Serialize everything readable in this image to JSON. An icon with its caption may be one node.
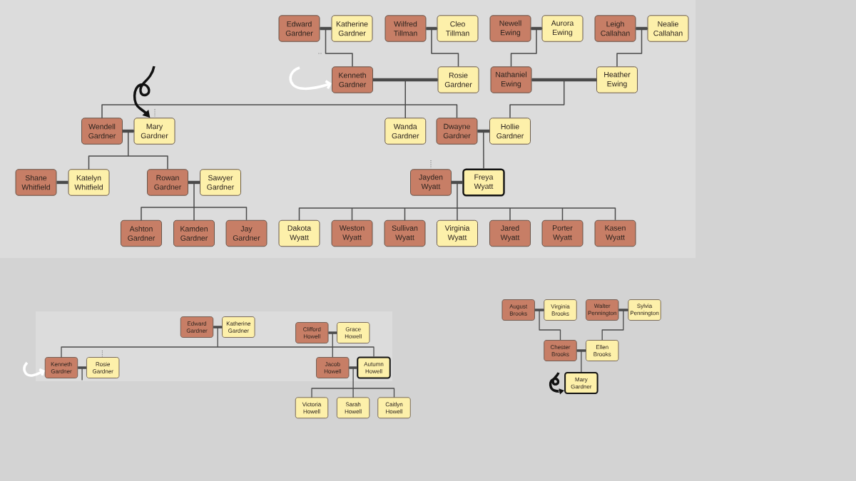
{
  "diagram": {
    "nodes": [
      {
        "text": [
          "Edward Gardner"
        ]
      },
      {
        "text": [
          "Katherine Gardner"
        ]
      },
      {
        "text": [
          "Wilfred Tillman"
        ]
      },
      {
        "text": [
          "Cleo Tillman"
        ]
      },
      {
        "text": [
          "Newell Ewing"
        ]
      },
      {
        "text": [
          "Aurora Ewing"
        ]
      },
      {
        "text": [
          "Leigh Callahan"
        ]
      },
      {
        "text": [
          "Nealie Callahan"
        ]
      },
      {
        "text": [
          "Kenneth Gardner"
        ]
      },
      {
        "text": [
          "Rosie Gardner"
        ]
      },
      {
        "text": [
          "Nathaniel Ewing"
        ]
      },
      {
        "text": [
          "Heather Ewing"
        ]
      },
      {
        "text": [
          "Wendell Gardner"
        ]
      },
      {
        "text": [
          "Mary Gardner"
        ]
      },
      {
        "text": [
          "Wanda Gardner"
        ]
      },
      {
        "text": [
          "Dwayne Gardner"
        ]
      },
      {
        "text": [
          "Hollie Gardner"
        ]
      },
      {
        "text": [
          "Shane Whitfield"
        ]
      },
      {
        "text": [
          "Katelyn Whitfield"
        ]
      },
      {
        "text": [
          "Rowan Gardner"
        ]
      },
      {
        "text": [
          "Sawyer Gardner"
        ]
      },
      {
        "text": [
          "Jayden Wyatt"
        ]
      },
      {
        "text": [
          "Freya Wyatt"
        ]
      },
      {
        "text": [
          "Ashton Gardner"
        ]
      },
      {
        "text": [
          "Kamden Gardner"
        ]
      },
      {
        "text": [
          "Jay Gardner"
        ]
      },
      {
        "text": [
          "Dakota Wyatt"
        ]
      },
      {
        "text": [
          "Weston Wyatt"
        ]
      },
      {
        "text": [
          "Sullivan Wyatt"
        ]
      },
      {
        "text": [
          "Virginia Wyatt"
        ]
      },
      {
        "text": [
          "Jared Wyatt"
        ]
      },
      {
        "text": [
          "Porter Wyatt"
        ]
      },
      {
        "text": [
          "Kasen Wyatt"
        ]
      },
      {
        "text": [
          "Edward Gardner"
        ]
      },
      {
        "text": [
          "Katherine Gardner"
        ]
      },
      {
        "text": [
          "Clifford Howell"
        ]
      },
      {
        "text": [
          "Grace Howell"
        ]
      },
      {
        "text": [
          "Kenneth Gardner"
        ]
      },
      {
        "text": [
          "Rosie Gardner"
        ]
      },
      {
        "text": [
          "Jacob Howell"
        ]
      },
      {
        "text": [
          "Autumn Howell"
        ]
      },
      {
        "text": [
          "Victoria Howell"
        ]
      },
      {
        "text": [
          "Sarah Howell"
        ]
      },
      {
        "text": [
          "Caitlyn Howell"
        ]
      },
      {
        "text": [
          "August Brooks"
        ]
      },
      {
        "text": [
          "Virginia Brooks"
        ]
      },
      {
        "text": [
          "Walter Pennington"
        ]
      },
      {
        "text": [
          "Sylvia Pennington"
        ]
      },
      {
        "text": [
          "Chester Brooks"
        ]
      },
      {
        "text": [
          "Ellen Brooks"
        ]
      },
      {
        "text": [
          "Mary Gardner"
        ]
      }
    ],
    "edges": [
      {
        "from": 0,
        "to": 1,
        "arrow": "none",
        "style": "thick"
      },
      {
        "from": 2,
        "to": 3,
        "arrow": "none",
        "style": "thick"
      },
      {
        "from": 4,
        "to": 5,
        "arrow": "none",
        "style": "thick"
      },
      {
        "from": 6,
        "to": 7,
        "arrow": "none",
        "style": "thick"
      },
      {
        "from": 8,
        "to": 9,
        "arrow": "none",
        "style": "thick"
      },
      {
        "from": 10,
        "to": 11,
        "arrow": "none",
        "style": "thick"
      },
      {
        "from": 12,
        "to": 13,
        "arrow": "none",
        "style": "thick"
      },
      {
        "from": 15,
        "to": 16,
        "arrow": "none",
        "style": "thick"
      },
      {
        "from": 17,
        "to": 18,
        "arrow": "none",
        "style": "thick"
      },
      {
        "from": 19,
        "to": 20,
        "arrow": "none",
        "style": "thick"
      },
      {
        "from": 21,
        "to": 22,
        "arrow": "none",
        "style": "thick"
      },
      {
        "from": 33,
        "to": 34,
        "arrow": "none",
        "style": "thick"
      },
      {
        "from": 35,
        "to": 36,
        "arrow": "none",
        "style": "thick"
      },
      {
        "from": 37,
        "to": 38,
        "arrow": "none",
        "style": "thick"
      },
      {
        "from": 39,
        "to": 40,
        "arrow": "none",
        "style": "thick"
      },
      {
        "from": 44,
        "to": 45,
        "arrow": "none",
        "style": "thick"
      },
      {
        "from": 46,
        "to": 47,
        "arrow": "none",
        "style": "thick"
      },
      {
        "from": 48,
        "to": 49,
        "arrow": "none",
        "style": "thick"
      },
      {
        "from": 0,
        "to": 8,
        "arrow": "none"
      },
      {
        "from": 1,
        "to": 8,
        "arrow": "none"
      },
      {
        "from": 2,
        "to": 9,
        "arrow": "none"
      },
      {
        "from": 3,
        "to": 9,
        "arrow": "none"
      },
      {
        "from": 4,
        "to": 10,
        "arrow": "none"
      },
      {
        "from": 5,
        "to": 10,
        "arrow": "none"
      },
      {
        "from": 6,
        "to": 11,
        "arrow": "none"
      },
      {
        "from": 7,
        "to": 11,
        "arrow": "none"
      },
      {
        "from": 8,
        "to": 12,
        "arrow": "none"
      },
      {
        "from": 9,
        "to": 12,
        "arrow": "none"
      },
      {
        "from": 8,
        "to": 14,
        "arrow": "none"
      },
      {
        "from": 9,
        "to": 14,
        "arrow": "none"
      },
      {
        "from": 8,
        "to": 15,
        "arrow": "none"
      },
      {
        "from": 9,
        "to": 15,
        "arrow": "none"
      },
      {
        "from": 10,
        "to": 16,
        "arrow": "none"
      },
      {
        "from": 11,
        "to": 16,
        "arrow": "none"
      },
      {
        "from": 12,
        "to": 18,
        "arrow": "none"
      },
      {
        "from": 13,
        "to": 18,
        "arrow": "none"
      },
      {
        "from": 12,
        "to": 19,
        "arrow": "none"
      },
      {
        "from": 13,
        "to": 19,
        "arrow": "none"
      },
      {
        "from": 15,
        "to": 22,
        "arrow": "none"
      },
      {
        "from": 16,
        "to": 22,
        "arrow": "none"
      },
      {
        "from": 19,
        "to": 23,
        "arrow": "none"
      },
      {
        "from": 20,
        "to": 23,
        "arrow": "none"
      },
      {
        "from": 19,
        "to": 24,
        "arrow": "none"
      },
      {
        "from": 20,
        "to": 24,
        "arrow": "none"
      },
      {
        "from": 19,
        "to": 25,
        "arrow": "none"
      },
      {
        "from": 20,
        "to": 25,
        "arrow": "none"
      },
      {
        "from": 21,
        "to": 26,
        "arrow": "none"
      },
      {
        "from": 22,
        "to": 26,
        "arrow": "none"
      },
      {
        "from": 21,
        "to": 27,
        "arrow": "none"
      },
      {
        "from": 22,
        "to": 27,
        "arrow": "none"
      },
      {
        "from": 21,
        "to": 28,
        "arrow": "none"
      },
      {
        "from": 22,
        "to": 28,
        "arrow": "none"
      },
      {
        "from": 21,
        "to": 29,
        "arrow": "none"
      },
      {
        "from": 22,
        "to": 29,
        "arrow": "none"
      },
      {
        "from": 21,
        "to": 30,
        "arrow": "none"
      },
      {
        "from": 22,
        "to": 30,
        "arrow": "none"
      },
      {
        "from": 21,
        "to": 31,
        "arrow": "none"
      },
      {
        "from": 22,
        "to": 31,
        "arrow": "none"
      },
      {
        "from": 21,
        "to": 32,
        "arrow": "none"
      },
      {
        "from": 22,
        "to": 32,
        "arrow": "none"
      },
      {
        "from": 33,
        "to": 37,
        "arrow": "none"
      },
      {
        "from": 34,
        "to": 37,
        "arrow": "none"
      },
      {
        "from": 33,
        "to": 40,
        "arrow": "none"
      },
      {
        "from": 34,
        "to": 40,
        "arrow": "none"
      },
      {
        "from": 35,
        "to": 39,
        "arrow": "none"
      },
      {
        "from": 36,
        "to": 39,
        "arrow": "none"
      },
      {
        "from": 39,
        "to": 41,
        "arrow": "none"
      },
      {
        "from": 40,
        "to": 41,
        "arrow": "none"
      },
      {
        "from": 39,
        "to": 42,
        "arrow": "none"
      },
      {
        "from": 40,
        "to": 42,
        "arrow": "none"
      },
      {
        "from": 39,
        "to": 43,
        "arrow": "none"
      },
      {
        "from": 40,
        "to": 43,
        "arrow": "none"
      },
      {
        "from": 44,
        "to": 48,
        "arrow": "none"
      },
      {
        "from": 45,
        "to": 48,
        "arrow": "none"
      },
      {
        "from": 46,
        "to": 49,
        "arrow": "none"
      },
      {
        "from": 47,
        "to": 49,
        "arrow": "none"
      },
      {
        "from": 48,
        "to": 50,
        "arrow": "none"
      },
      {
        "from": 49,
        "to": 50,
        "arrow": "none"
      },
      {
        "from": null,
        "to": 8,
        "arrow": "to",
        "style": "thick",
        "color": "#ffffff"
      },
      {
        "from": null,
        "to": 13,
        "arrow": "to",
        "style": "thick",
        "color": "#111111"
      },
      {
        "from": null,
        "to": 37,
        "arrow": "to",
        "style": "thick",
        "color": "#ffffff"
      },
      {
        "from": null,
        "to": 50,
        "arrow": "to",
        "style": "thick",
        "color": "#111111"
      }
    ]
  }
}
